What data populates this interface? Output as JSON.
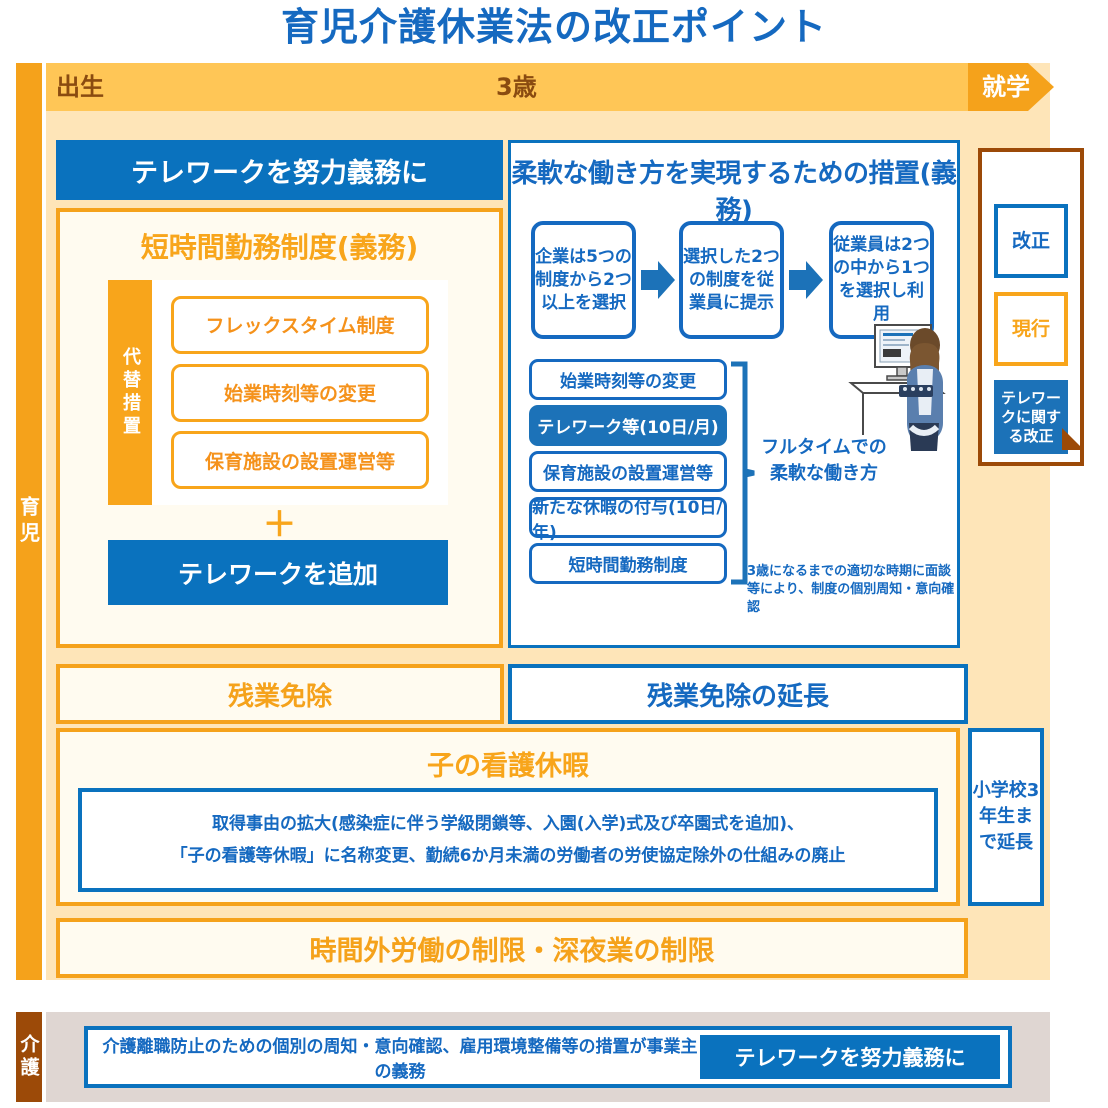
{
  "title": "育児介護休業法の改正ポイント",
  "timeline": {
    "birth": "出生",
    "three_years": "3歳",
    "school": "就学"
  },
  "side_tabs": {
    "childcare": "育児",
    "nursing_care": "介護"
  },
  "left_column": {
    "telework_duty": "テレワークを努力義務に",
    "short_time_title": "短時間勤務制度(義務)",
    "alternative_label": "代替措置",
    "alternative_items": [
      "フレックスタイム制度",
      "始業時刻等の変更",
      "保育施設の設置運営等"
    ],
    "plus": "＋",
    "telework_add": "テレワークを追加"
  },
  "flex_panel": {
    "title": "柔軟な働き方を実現するための措置(義務)",
    "steps": [
      "企業は5つの制度から2つ以上を選択",
      "選択した2つの制度を従業員に提示",
      "従業員は2つの中から1つを選択し利用"
    ],
    "measures": [
      {
        "label": "始業時刻等の変更",
        "highlight": false
      },
      {
        "label": "テレワーク等(10日/月)",
        "highlight": true
      },
      {
        "label": "保育施設の設置運営等",
        "highlight": false
      },
      {
        "label": "新たな休暇の付与(10日/年)",
        "highlight": false
      },
      {
        "label": "短時間勤務制度",
        "highlight": false
      }
    ],
    "fulltime_note": "フルタイムでの柔軟な働き方",
    "interview_note": "3歳になるまでの適切な時期に面談等により、制度の個別周知・意向確認"
  },
  "legend": {
    "revision": "改正",
    "current": "現行",
    "telework_revision": "テレワークに関する改正"
  },
  "overtime_row": {
    "exemption": "残業免除",
    "exemption_extended": "残業免除の延長"
  },
  "child_nursing_leave": {
    "title": "子の看護休暇",
    "detail_line1": "取得事由の拡大(感染症に伴う学級閉鎖等、入園(入学)式及び卒園式を追加)、",
    "detail_line2": "「子の看護等休暇」に名称変更、勤続6か月未満の労働者の労使協定除外の仕組みの廃止",
    "extension": "小学校3年生まで延長"
  },
  "overtime_limit": "時間外労働の制限・深夜業の制限",
  "kaigo": {
    "text": "介護離職防止のための個別の周知・意向確認、雇用環境整備等の措置が事業主の義務",
    "telework_duty": "テレワークを努力義務に"
  },
  "colors": {
    "blue": "#0A72BE",
    "blue_text": "#1569C0",
    "orange": "#F5A21B",
    "orange_light": "#FFC656",
    "bg_peach": "#FEE5B8",
    "brown": "#9C4A08",
    "gray": "#DFD6D2"
  }
}
